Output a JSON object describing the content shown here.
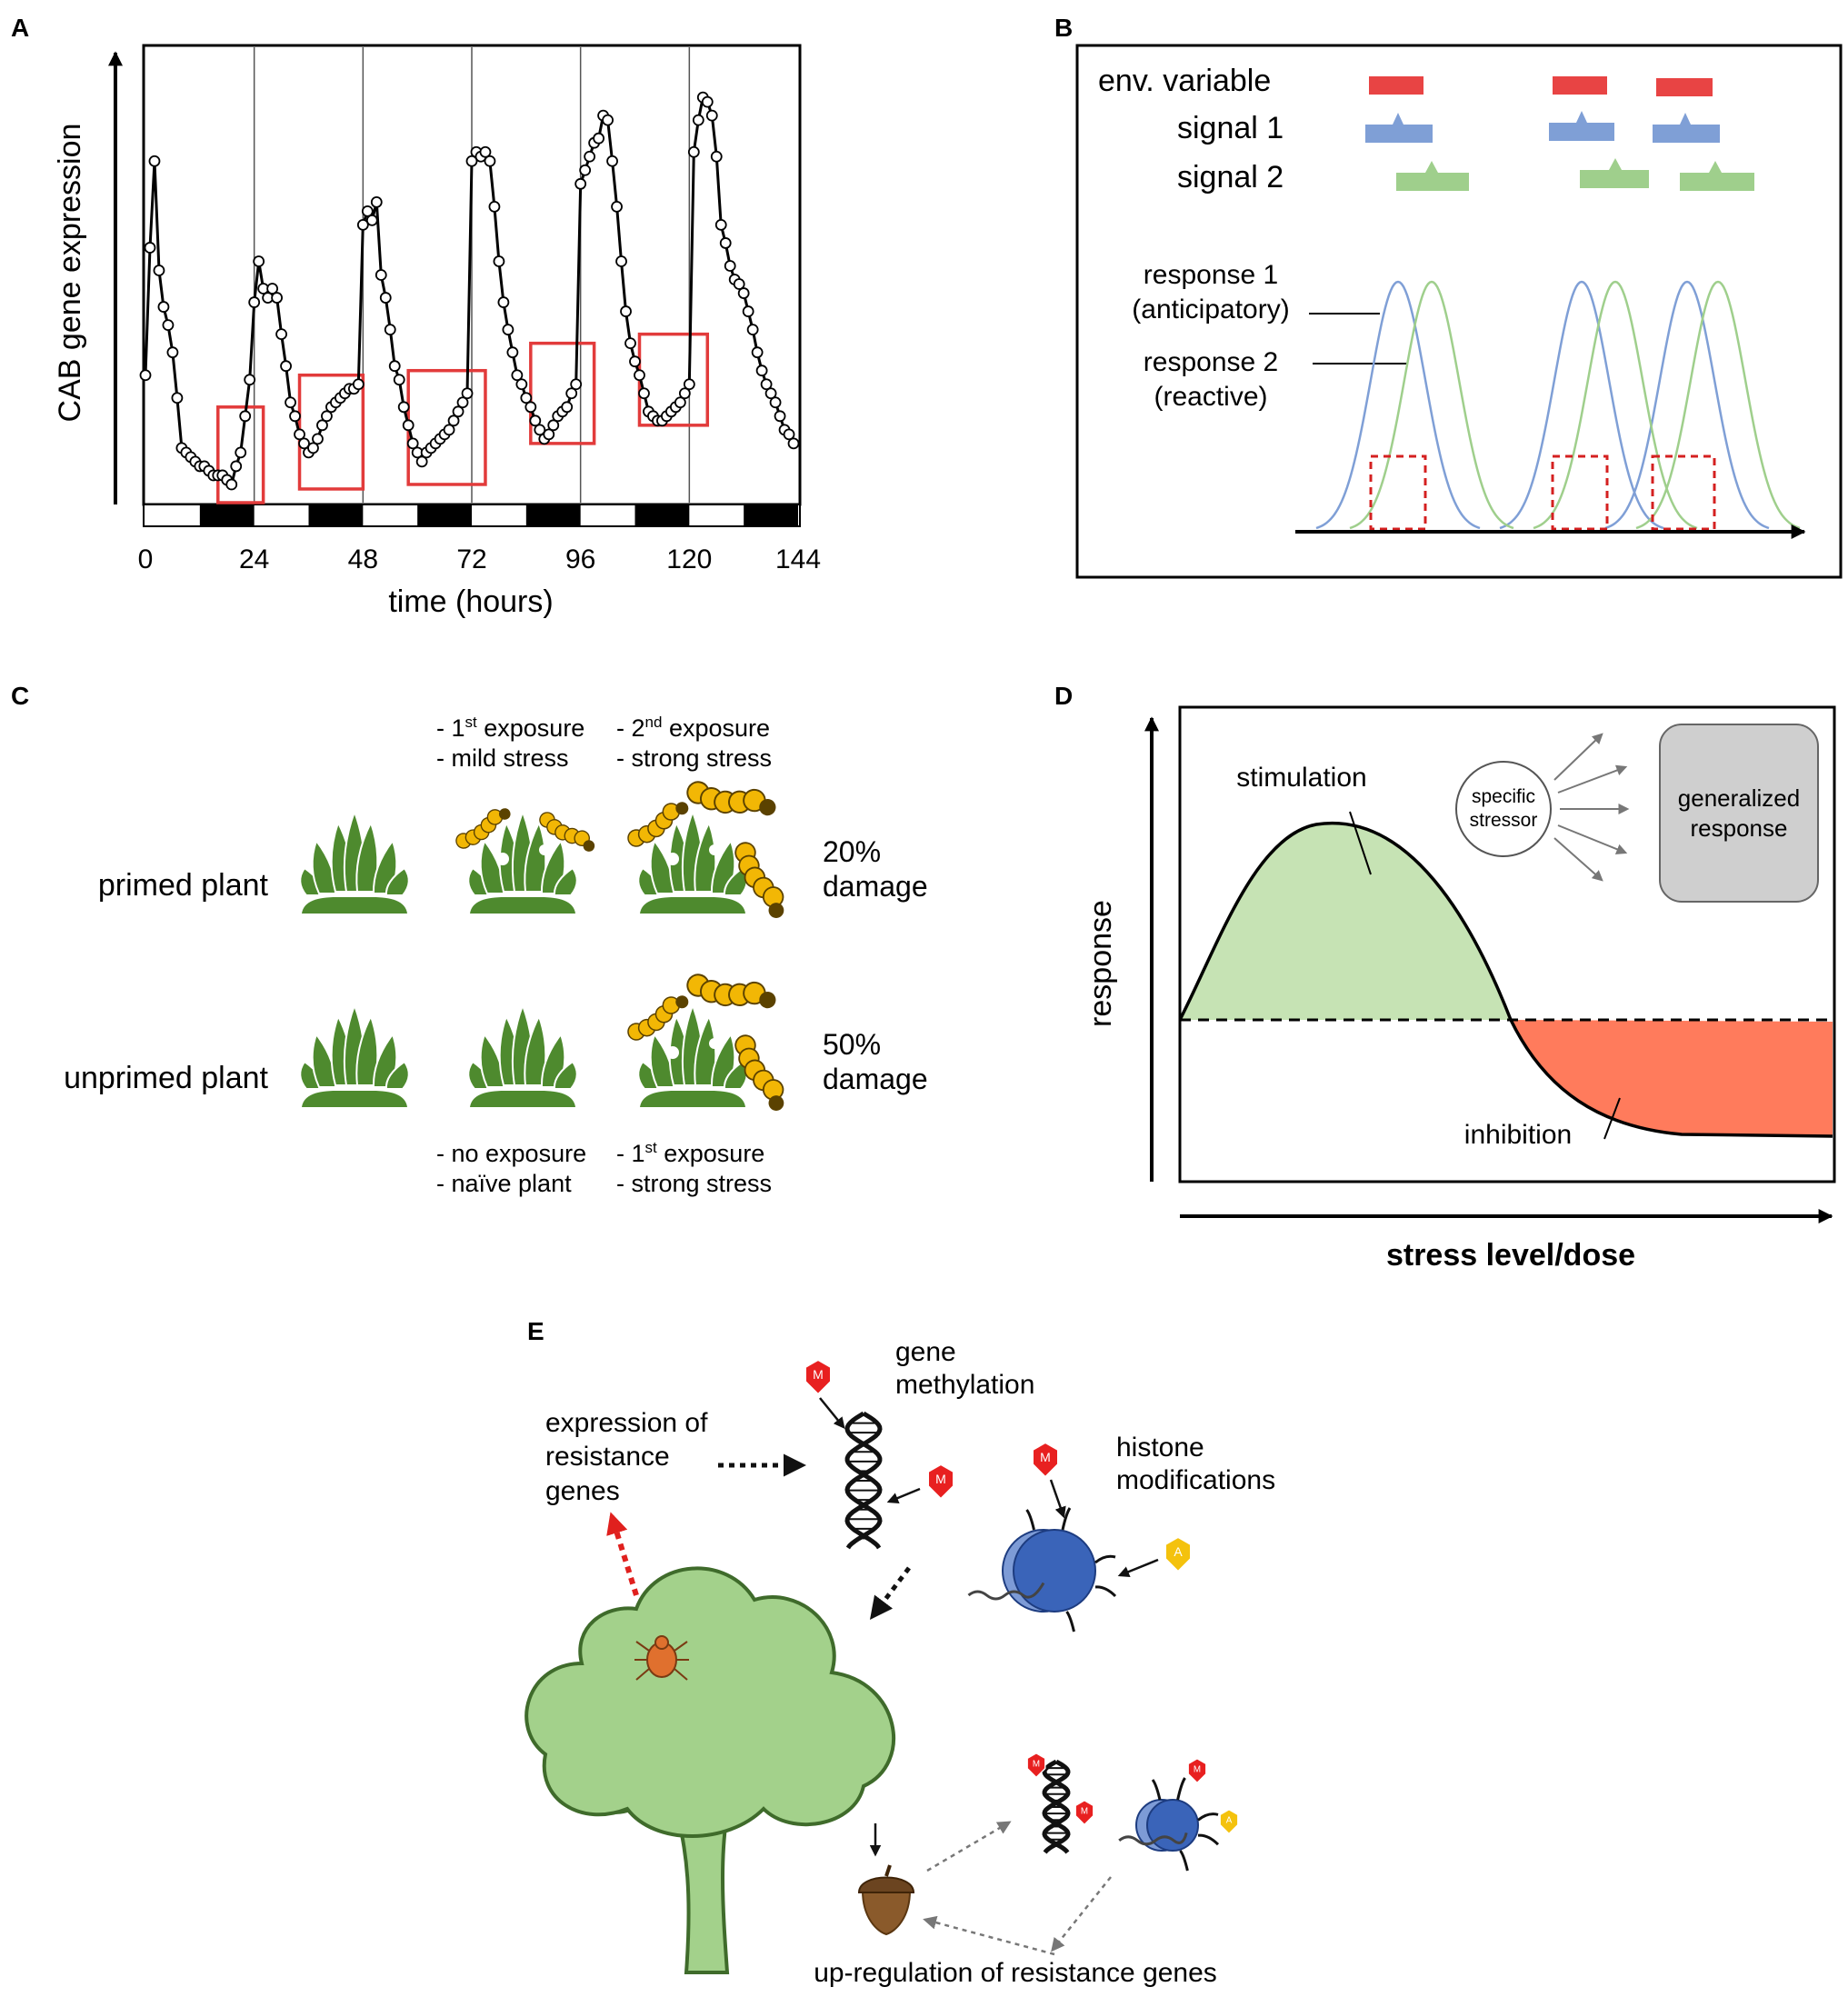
{
  "colors": {
    "red": "#e23b3b",
    "blue": "#7f9fd6",
    "green": "#9fcf8c",
    "stim_fill": "#c6e3b4",
    "inhib_fill": "#ff7b5c",
    "plant": "#4e8a2e",
    "caterpillar": "#f2b705",
    "tree": "#a3d18b",
    "tree_outline": "#3f6b2b",
    "nucleosome": "#3a64b9",
    "acorn": "#8a5a2b",
    "mite": "#e0702e",
    "gray_box": "#cfcfcf"
  },
  "panelA": {
    "letter": "A",
    "chart_data": {
      "type": "line",
      "ylabel": "CAB gene expression",
      "xlabel": "time (hours)",
      "xlim": [
        0,
        144
      ],
      "ylim": [
        0,
        1
      ],
      "xticks": [
        "0",
        "24",
        "48",
        "72",
        "96",
        "120",
        "144"
      ],
      "dark_periods": [
        [
          12,
          24
        ],
        [
          36,
          48
        ],
        [
          60,
          72
        ],
        [
          84,
          96
        ],
        [
          108,
          120
        ],
        [
          132,
          144
        ]
      ],
      "series": [
        {
          "points": [
            [
              0,
              0.28
            ],
            [
              1,
              0.56
            ],
            [
              2,
              0.75
            ],
            [
              3,
              0.51
            ],
            [
              4,
              0.43
            ],
            [
              5,
              0.39
            ],
            [
              6,
              0.33
            ],
            [
              7,
              0.23
            ],
            [
              8,
              0.12
            ],
            [
              9,
              0.11
            ],
            [
              10,
              0.1
            ],
            [
              11,
              0.09
            ],
            [
              12,
              0.08
            ],
            [
              13,
              0.08
            ],
            [
              14,
              0.07
            ],
            [
              15,
              0.06
            ],
            [
              16,
              0.06
            ],
            [
              17,
              0.06
            ],
            [
              18,
              0.05
            ],
            [
              19,
              0.04
            ],
            [
              20,
              0.08
            ],
            [
              21,
              0.11
            ],
            [
              22,
              0.19
            ],
            [
              23,
              0.27
            ],
            [
              24,
              0.44
            ],
            [
              25,
              0.53
            ],
            [
              26,
              0.47
            ],
            [
              27,
              0.45
            ],
            [
              28,
              0.47
            ],
            [
              29,
              0.45
            ],
            [
              30,
              0.37
            ],
            [
              31,
              0.3
            ],
            [
              32,
              0.22
            ],
            [
              33,
              0.19
            ],
            [
              34,
              0.15
            ],
            [
              35,
              0.13
            ],
            [
              36,
              0.11
            ],
            [
              37,
              0.12
            ],
            [
              38,
              0.14
            ],
            [
              39,
              0.17
            ],
            [
              40,
              0.19
            ],
            [
              41,
              0.21
            ],
            [
              42,
              0.22
            ],
            [
              43,
              0.23
            ],
            [
              44,
              0.24
            ],
            [
              45,
              0.25
            ],
            [
              46,
              0.25
            ],
            [
              47,
              0.26
            ],
            [
              48,
              0.61
            ],
            [
              49,
              0.64
            ],
            [
              50,
              0.62
            ],
            [
              51,
              0.66
            ],
            [
              52,
              0.5
            ],
            [
              53,
              0.45
            ],
            [
              54,
              0.38
            ],
            [
              55,
              0.3
            ],
            [
              56,
              0.27
            ],
            [
              57,
              0.21
            ],
            [
              58,
              0.17
            ],
            [
              59,
              0.13
            ],
            [
              60,
              0.11
            ],
            [
              61,
              0.09
            ],
            [
              62,
              0.11
            ],
            [
              63,
              0.12
            ],
            [
              64,
              0.13
            ],
            [
              65,
              0.14
            ],
            [
              66,
              0.15
            ],
            [
              67,
              0.16
            ],
            [
              68,
              0.18
            ],
            [
              69,
              0.2
            ],
            [
              70,
              0.22
            ],
            [
              71,
              0.24
            ],
            [
              72,
              0.75
            ],
            [
              73,
              0.77
            ],
            [
              74,
              0.76
            ],
            [
              75,
              0.77
            ],
            [
              76,
              0.75
            ],
            [
              77,
              0.65
            ],
            [
              78,
              0.53
            ],
            [
              79,
              0.44
            ],
            [
              80,
              0.38
            ],
            [
              81,
              0.33
            ],
            [
              82,
              0.28
            ],
            [
              83,
              0.26
            ],
            [
              84,
              0.23
            ],
            [
              85,
              0.21
            ],
            [
              86,
              0.18
            ],
            [
              87,
              0.16
            ],
            [
              88,
              0.14
            ],
            [
              89,
              0.15
            ],
            [
              90,
              0.17
            ],
            [
              91,
              0.19
            ],
            [
              92,
              0.2
            ],
            [
              93,
              0.21
            ],
            [
              94,
              0.24
            ],
            [
              95,
              0.26
            ],
            [
              96,
              0.7
            ],
            [
              97,
              0.73
            ],
            [
              98,
              0.76
            ],
            [
              99,
              0.79
            ],
            [
              100,
              0.8
            ],
            [
              101,
              0.85
            ],
            [
              102,
              0.84
            ],
            [
              103,
              0.75
            ],
            [
              104,
              0.65
            ],
            [
              105,
              0.53
            ],
            [
              106,
              0.42
            ],
            [
              107,
              0.35
            ],
            [
              108,
              0.31
            ],
            [
              109,
              0.28
            ],
            [
              110,
              0.24
            ],
            [
              111,
              0.2
            ],
            [
              112,
              0.19
            ],
            [
              113,
              0.18
            ],
            [
              114,
              0.18
            ],
            [
              115,
              0.19
            ],
            [
              116,
              0.2
            ],
            [
              117,
              0.21
            ],
            [
              118,
              0.22
            ],
            [
              119,
              0.24
            ],
            [
              120,
              0.26
            ],
            [
              121,
              0.77
            ],
            [
              122,
              0.84
            ],
            [
              123,
              0.89
            ],
            [
              124,
              0.88
            ],
            [
              125,
              0.85
            ],
            [
              126,
              0.76
            ],
            [
              127,
              0.61
            ],
            [
              128,
              0.57
            ],
            [
              129,
              0.52
            ],
            [
              130,
              0.49
            ],
            [
              131,
              0.48
            ],
            [
              132,
              0.46
            ],
            [
              133,
              0.42
            ],
            [
              134,
              0.38
            ],
            [
              135,
              0.33
            ],
            [
              136,
              0.29
            ],
            [
              137,
              0.26
            ],
            [
              138,
              0.24
            ],
            [
              139,
              0.22
            ],
            [
              140,
              0.19
            ],
            [
              141,
              0.16
            ],
            [
              142,
              0.15
            ],
            [
              143,
              0.13
            ]
          ]
        }
      ],
      "highlight_boxes": [
        [
          16,
          26,
          0.0,
          0.21
        ],
        [
          34,
          48,
          0.03,
          0.28
        ],
        [
          58,
          75,
          0.04,
          0.29
        ],
        [
          85,
          99,
          0.13,
          0.35
        ],
        [
          109,
          124,
          0.17,
          0.37
        ]
      ]
    }
  },
  "panelB": {
    "letter": "B",
    "labels": {
      "env": "env. variable",
      "signal1": "signal 1",
      "signal2": "signal 2",
      "response1_line1": "response 1",
      "response1_line2": "(anticipatory)",
      "response2_line1": "response 2",
      "response2_line2": "(reactive)"
    }
  },
  "panelC": {
    "letter": "C",
    "col2_top": {
      "l1_pre": "- 1",
      "l1_sup": "st",
      "l1_post": " exposure",
      "l2": "- mild stress"
    },
    "col3_top": {
      "l1_pre": "- 2",
      "l1_sup": "nd",
      "l1_post": " exposure",
      "l2": "- strong stress"
    },
    "col2_bottom": {
      "l1": "- no exposure",
      "l2": "- naïve plant"
    },
    "col3_bottom": {
      "l1_pre": "- 1",
      "l1_sup": "st",
      "l1_post": " exposure",
      "l2": "- strong stress"
    },
    "rows": [
      {
        "label": "primed plant",
        "damage_pct": "20%",
        "damage_word": "damage"
      },
      {
        "label": "unprimed plant",
        "damage_pct": "50%",
        "damage_word": "damage"
      }
    ]
  },
  "panelD": {
    "letter": "D",
    "ylabel": "response",
    "xlabel": "stress level/dose",
    "stimulation": "stimulation",
    "inhibition": "inhibition",
    "specific_l1": "specific",
    "specific_l2": "stressor",
    "generalized_l1": "generalized",
    "generalized_l2": "response"
  },
  "panelE": {
    "letter": "E",
    "gene_methylation_l1": "gene",
    "gene_methylation_l2": "methylation",
    "expression_l1": "expression of",
    "expression_l2": "resistance",
    "expression_l3": "genes",
    "histone_l1": "histone",
    "histone_l2": "modifications",
    "upregulation": "up-regulation of resistance genes",
    "mark_m": "M",
    "mark_a": "A"
  }
}
